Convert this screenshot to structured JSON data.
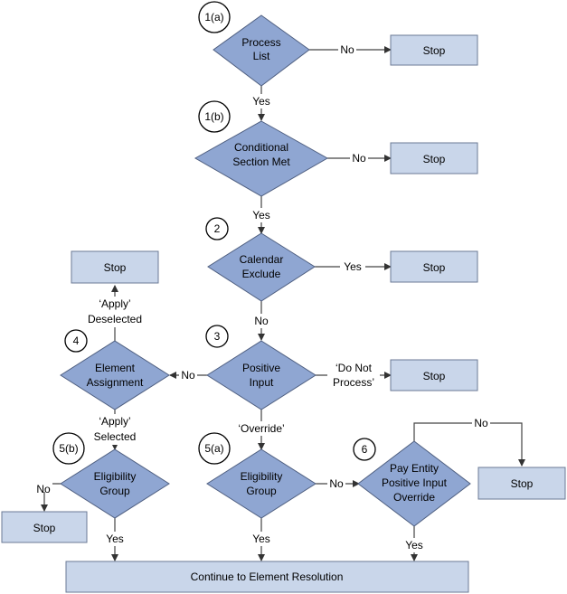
{
  "nodes": {
    "n1a": {
      "marker": "1(a)",
      "line1": "Process",
      "line2": "List"
    },
    "n1b": {
      "marker": "1(b)",
      "line1": "Conditional",
      "line2": "Section Met"
    },
    "n2": {
      "marker": "2",
      "line1": "Calendar",
      "line2": "Exclude"
    },
    "n3": {
      "marker": "3",
      "line1": "Positive",
      "line2": "Input"
    },
    "n4": {
      "marker": "4",
      "line1": "Element",
      "line2": "Assignment"
    },
    "n5a": {
      "marker": "5(a)",
      "line1": "Eligibility",
      "line2": "Group"
    },
    "n5b": {
      "marker": "5(b)",
      "line1": "Eligibility",
      "line2": "Group"
    },
    "n6": {
      "marker": "6",
      "line1": "Pay Entity",
      "line2": "Positive Input",
      "line3": "Override"
    }
  },
  "stops": {
    "s1a": "Stop",
    "s1b": "Stop",
    "s2": "Stop",
    "s3": "Stop",
    "s4": "Stop",
    "s5b": "Stop",
    "s6": "Stop"
  },
  "end_box": "Continue to Element Resolution",
  "edges": {
    "e1a_no": "No",
    "e1a_yes": "Yes",
    "e1b_no": "No",
    "e1b_yes": "Yes",
    "e2_yes": "Yes",
    "e2_no": "No",
    "e3_no": "No",
    "e3_dnp_1": "‘Do Not",
    "e3_dnp_2": "Process’",
    "e3_override": "‘Override’",
    "e4_desel_1": "‘Apply’",
    "e4_desel_2": "Deselected",
    "e4_sel_1": "‘Apply’",
    "e4_sel_2": "Selected",
    "e5a_no": "No",
    "e5a_yes": "Yes",
    "e5b_no": "No",
    "e5b_yes": "Yes",
    "e6_no": "No",
    "e6_yes": "Yes"
  }
}
